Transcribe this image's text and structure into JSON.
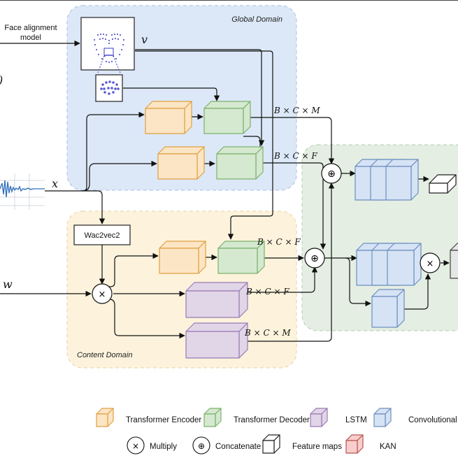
{
  "domains": {
    "global": "Global Domain",
    "content": "Content Domain"
  },
  "labels": {
    "face_alignment": [
      "Face alignment",
      "model"
    ],
    "wac2vec2": "Wac2vec2",
    "v": "v",
    "x": "x",
    "w": "w",
    "paren": ")"
  },
  "dims": {
    "bcm_top": "B × C × M",
    "bcf_top": "B × C × F",
    "bcf_mid": "B × C × F",
    "bcf_lstm": "B × C × F",
    "bcm_bottom": "B × C × M"
  },
  "symbols": {
    "multiply": "×",
    "concat": "⊕"
  },
  "legend": [
    {
      "key": "transformer-encoder",
      "label": "Transformer Encoder",
      "fill": "#fce5c5",
      "stroke": "#e0a040"
    },
    {
      "key": "transformer-decoder",
      "label": "Transformer Decoder",
      "fill": "#d5e8d0",
      "stroke": "#7bb26a"
    },
    {
      "key": "lstm",
      "label": "LSTM",
      "fill": "#e1d5e8",
      "stroke": "#9a7bb3"
    },
    {
      "key": "convolutional",
      "label": "Convolutional",
      "fill": "#d6e3f5",
      "stroke": "#6c8ebf"
    },
    {
      "key": "multiply",
      "label": "Multiply",
      "symbol": "×"
    },
    {
      "key": "concatenate",
      "label": "Concatenate",
      "symbol": "⊕"
    },
    {
      "key": "feature-maps",
      "label": "Feature maps",
      "fill": "#ffffff",
      "stroke": "#222222"
    },
    {
      "key": "kan",
      "label": "KAN",
      "fill": "#f8cecc",
      "stroke": "#b85450"
    }
  ],
  "colors": {
    "global_bg": "#dce8f7",
    "content_bg": "#fdf3dc",
    "right_bg": "#e4eee2",
    "encoder_fill": "#fce5c5",
    "encoder_stroke": "#e0a040",
    "decoder_fill": "#d5e8d0",
    "decoder_stroke": "#7bb26a",
    "lstm_fill": "#e1d5e8",
    "lstm_stroke": "#9a7bb3",
    "conv_fill": "#d6e3f5",
    "conv_stroke": "#6c8ebf",
    "feature_fill": "#ffffff",
    "feature_stroke": "#222222",
    "gray_fill": "#e6e6e6",
    "kan_fill": "#f8cecc",
    "kan_stroke": "#b85450"
  }
}
